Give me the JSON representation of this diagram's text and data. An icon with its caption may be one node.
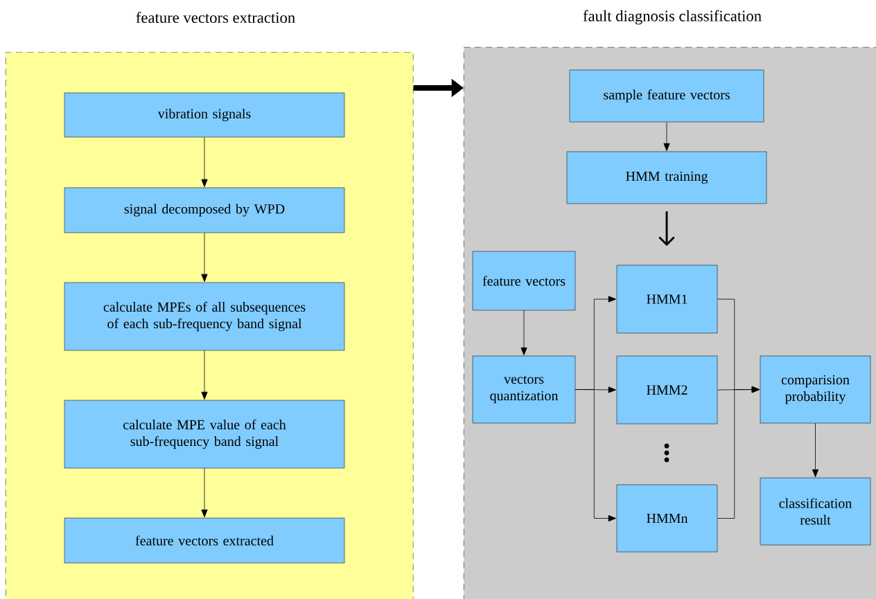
{
  "diagram": {
    "nodes": [
      {
        "text": [
          "feature vectors extraction"
        ]
      },
      {
        "text": [
          "vibration signals"
        ],
        "in": 0
      },
      {
        "text": [
          "signal decomposed by WPD"
        ],
        "in": 0
      },
      {
        "text": [
          "calculate MPEs of all subsequences of each sub-frequency band signal"
        ],
        "in": 0
      },
      {
        "text": [
          "calculate  MPE value of each sub-frequency  band signal"
        ],
        "in": 0
      },
      {
        "text": [
          "feature vectors extracted"
        ],
        "in": 0
      },
      {
        "text": [
          "fault diagnosis classification"
        ]
      },
      {
        "text": [
          "sample feature vectors"
        ],
        "in": 6
      },
      {
        "text": [
          "HMM training"
        ],
        "in": 6
      },
      {
        "text": [
          "feature vectors"
        ],
        "in": 6
      },
      {
        "text": [
          "vectors quantization"
        ],
        "in": 6
      },
      {
        "text": [
          "HMM1"
        ],
        "in": 6
      },
      {
        "text": [
          "HMM2"
        ],
        "in": 6
      },
      {
        "text": [
          "HMMn"
        ],
        "in": 6
      },
      {
        "text": [
          "comparision probability"
        ],
        "in": 6
      },
      {
        "text": [
          "classification result"
        ],
        "in": 6
      }
    ],
    "edges": [
      {
        "from": 1,
        "to": 2,
        "arrow": "to"
      },
      {
        "from": 2,
        "to": 3,
        "arrow": "to"
      },
      {
        "from": 3,
        "to": 4,
        "arrow": "to"
      },
      {
        "from": 4,
        "to": 5,
        "arrow": "to"
      },
      {
        "from": 0,
        "to": 6,
        "arrow": "to",
        "style": "thick"
      },
      {
        "from": 7,
        "to": 8,
        "arrow": "to"
      },
      {
        "from": 8,
        "to": null,
        "arrow": "to",
        "style": "thick"
      },
      {
        "from": 9,
        "to": 10,
        "arrow": "to"
      },
      {
        "from": 10,
        "to": 11,
        "arrow": "to"
      },
      {
        "from": 10,
        "to": 12,
        "arrow": "to"
      },
      {
        "from": 10,
        "to": 13,
        "arrow": "to"
      },
      {
        "from": 11,
        "to": 14,
        "arrow": "to"
      },
      {
        "from": 12,
        "to": 14,
        "arrow": "to"
      },
      {
        "from": 13,
        "to": 14,
        "arrow": "to"
      },
      {
        "from": 14,
        "to": 15,
        "arrow": "to"
      }
    ]
  }
}
